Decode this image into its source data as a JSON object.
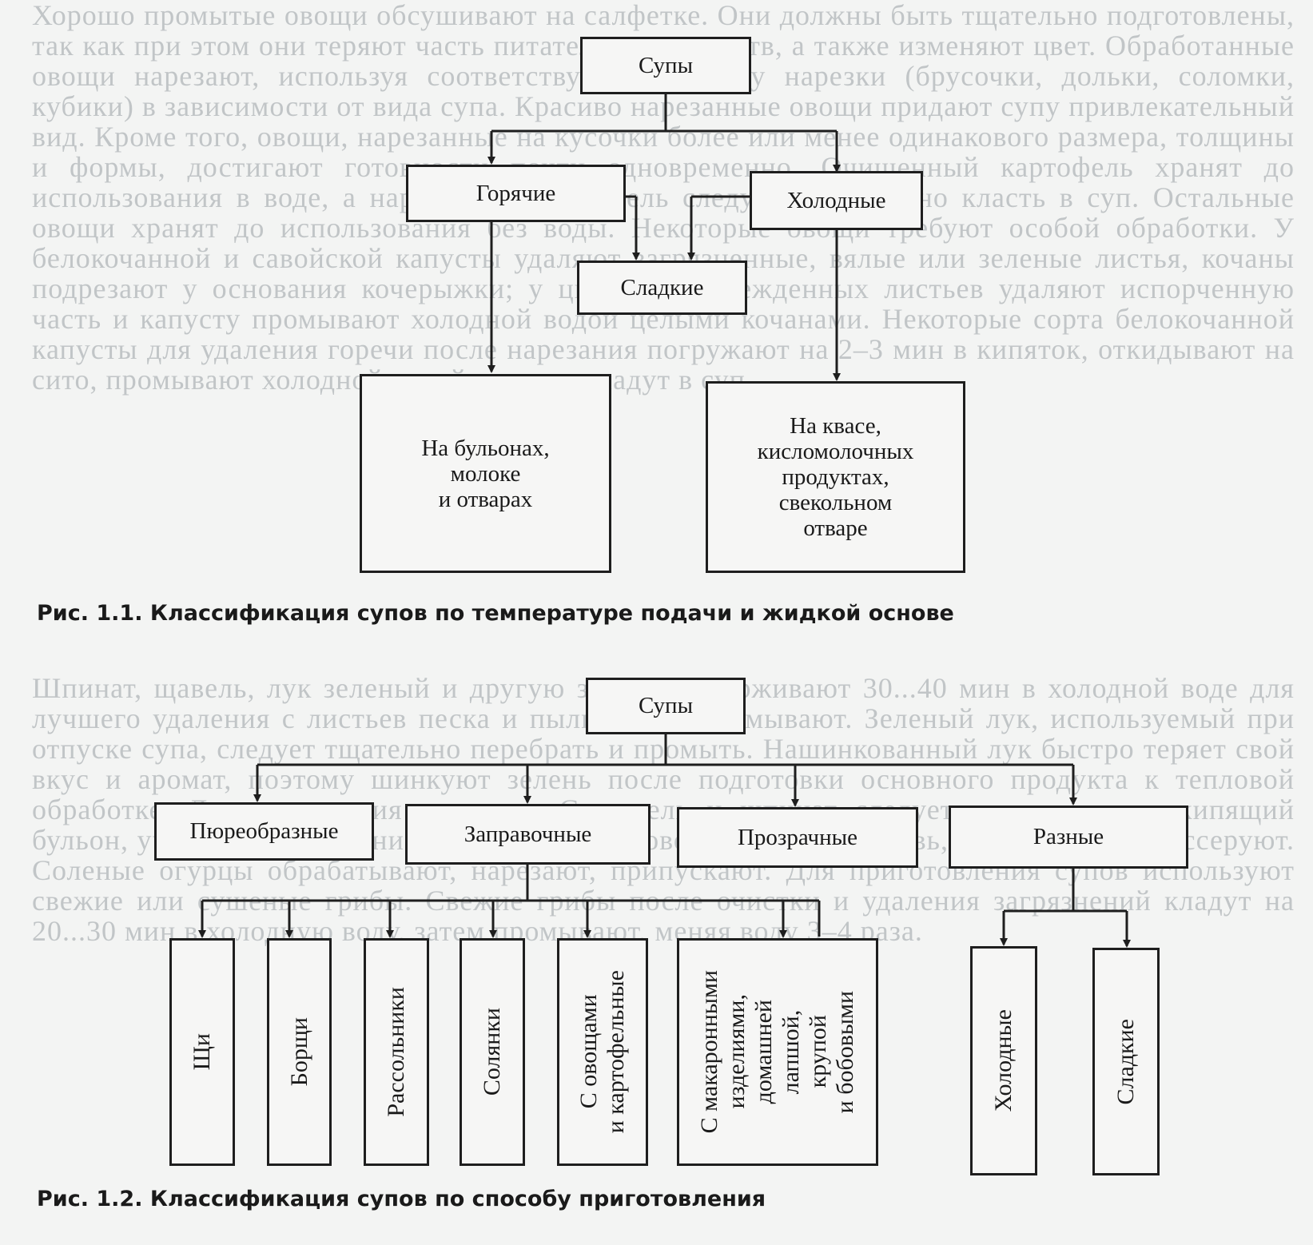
{
  "background_text": {
    "top": "Хорошо промытые овощи обсушивают на салфетке. Они должны быть тщательно подготовлены, так как при этом они теряют часть питательных веществ, а также изменяют цвет. Обработанные овощи нарезают, используя соответствующую форму нарезки (брусочки, дольки, соломки, кубики) в зависимости от вида супа. Красиво нарезанные овощи придают супу привлекательный вид. Кроме того, овощи, нарезанные на кусочки более или менее одинакового размера, толщины и формы, достигают готовности почти одновременно. Очищенный картофель хранят до использования в воде, а нарезанный картофель следует немедленно класть в суп. Остальные овощи хранят до использования без воды. Некоторые овощи требуют особой обработки. У белокочанной и савойской капусты удаляют загрязненные, вялые или зеленые листья, кочаны подрезают у основания кочерыжки; у цветной поврежденных листьев удаляют испорченную часть и капусту промывают холодной водой целыми кочанами. Некоторые сорта белокочанной капусты для удаления горечи после нарезания погружают на 2–3 мин в кипяток, откидывают на сито, промывают холодной водой, а затем кладут в суп.",
    "bottom": "Шпинат, щавель, лук зеленый и другую зелень выдерживают 30...40 мин в холодной воде для лучшего удаления с листьев песка и пыли, затем промывают. Зеленый лук, используемый при отпуске супа, следует тщательно перебрать и промыть. Нашинкованный лук быстро теряет свой вкус и аромат, поэтому шинкуют зелень после подготовки основного продукта к тепловой обработке. Для сохранения витамина С щавель и шпинат следует закладывать в кипящий бульон, учитывая, что ранние сорта капусты и овощи тушат. Морковь, лук, петрушку пассеруют. Соленые огурцы обрабатывают, нарезают, припускают. Для приготовления супов используют свежие или сушеные грибы. Свежие грибы после очистки и удаления загрязнений кладут на 20...30 мин в холодную воду, затем промывают, меняя воду 3–4 раза."
  },
  "figure1": {
    "root": "Супы",
    "hot": "Горячие",
    "cold": "Холодные",
    "sweet": "Сладкие",
    "broth": "На бульонах,\nмолоке\nи отварах",
    "kvass": "На квасе,\nкисломолочных\nпродуктах,\nсвекольном\nотваре",
    "caption_num": "Рис. 1.1.",
    "caption_text": "Классификация супов по температуре подачи и жидкой основе"
  },
  "figure2": {
    "root": "Супы",
    "categories": [
      "Пюреобразные",
      "Заправочные",
      "Прозрачные",
      "Разные"
    ],
    "leaves": [
      "Щи",
      "Борщи",
      "Рассольники",
      "Солянки",
      "С овощами\nи картофельные",
      "С макаронными\nизделиями,\nдомашней\nлапшой,\nкрупой\nи бобовыми",
      "Холодные",
      "Сладкие"
    ],
    "caption_num": "Рис. 1.2.",
    "caption_text": "Классификация супов по способу приготовления"
  }
}
